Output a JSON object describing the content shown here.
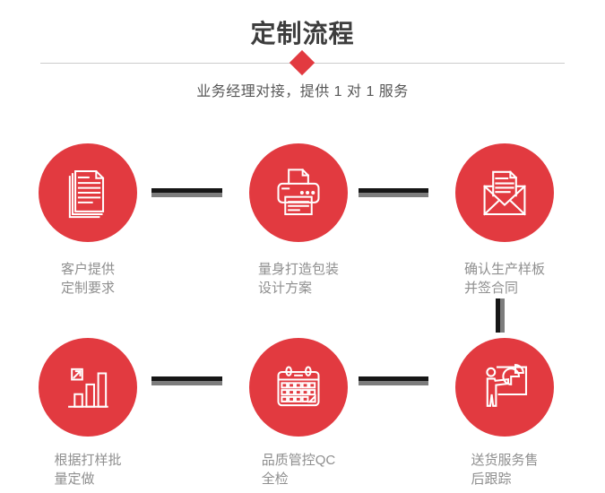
{
  "header": {
    "title": "定制流程",
    "subtitle": "业务经理对接，提供 1 对 1 服务"
  },
  "colors": {
    "accent_red": "#e23a40",
    "title_text": "#3d3d3d",
    "subtitle_text": "#575757",
    "label_text": "#8f8f8f",
    "divider_line": "#cccccc",
    "connector_black": "#161616",
    "connector_gray": "#7d7d7d"
  },
  "steps": [
    {
      "icon": "documents-icon",
      "line1": "客户提供",
      "line2": "定制要求"
    },
    {
      "icon": "printer-icon",
      "line1": "量身打造包装",
      "line2": "设计方案"
    },
    {
      "icon": "envelope-icon",
      "line1": "确认生产样板",
      "line2": "并签合同"
    },
    {
      "icon": "bar-chart-icon",
      "line1": "根据打样批",
      "line2": "量定做"
    },
    {
      "icon": "calendar-icon",
      "line1": "品质管控QC",
      "line2": "全检"
    },
    {
      "icon": "presentation-icon",
      "line1": "送货服务售",
      "line2": "后跟踪"
    }
  ]
}
